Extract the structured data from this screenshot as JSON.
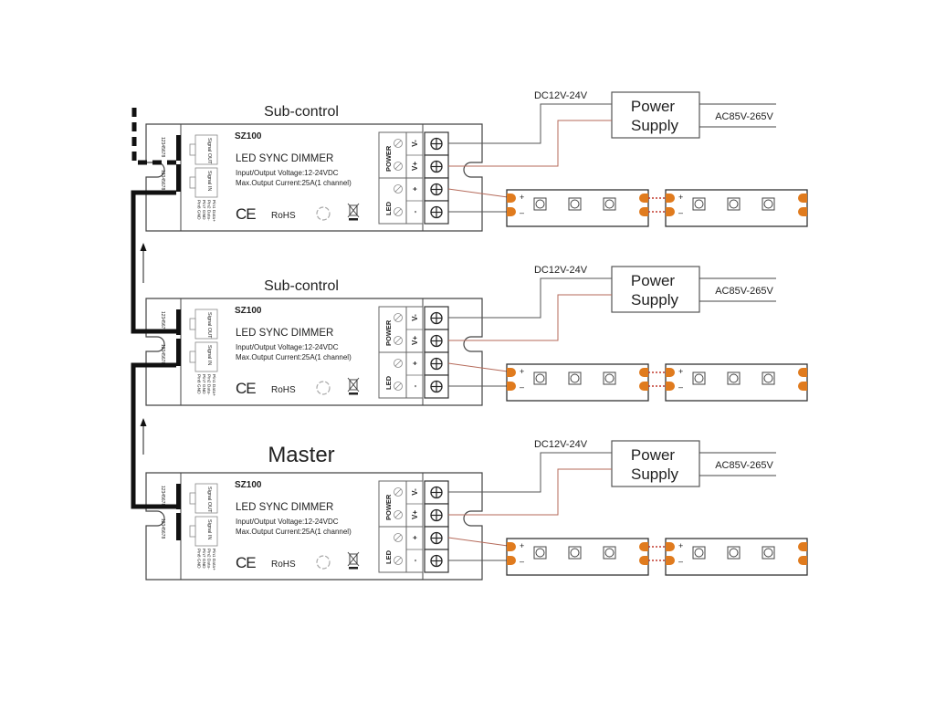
{
  "diagram": {
    "colors": {
      "line": "#444444",
      "wire_dark": "#555555",
      "wire_red": "#b56a5a",
      "pad": "#e07b1e",
      "bus": "#111111"
    },
    "controller_text": {
      "model": "SZ100",
      "product_name": "LED SYNC DIMMER",
      "spec_voltage": "Input/Output Voltage:12-24VDC",
      "spec_current": "Max.Output Current:25A(1 channel)",
      "cert_ce": "CE",
      "cert_rohs": "RoHS",
      "port_out": "Signal OUT",
      "port_in": "Signal IN",
      "pin_numbers": "12345678",
      "pin_legend": [
        "Pin1 Data+",
        "Pin2 Data-",
        "Pin7 GND",
        "Pin8 GND"
      ],
      "group_power": "POWER",
      "group_led": "LED",
      "term_labels": [
        "V-",
        "V+",
        "+",
        "-"
      ]
    },
    "units": [
      {
        "role": "Sub-control",
        "ps_label": "Power Supply",
        "dc_label": "DC12V-24V",
        "ac_label": "AC85V-265V"
      },
      {
        "role": "Sub-control",
        "ps_label": "Power Supply",
        "dc_label": "DC12V-24V",
        "ac_label": "AC85V-265V"
      },
      {
        "role": "Master",
        "ps_label": "Power Supply",
        "dc_label": "DC12V-24V",
        "ac_label": "AC85V-265V"
      }
    ],
    "strip": {
      "plus": "+",
      "minus": "–",
      "leds_per_segment": 3,
      "segments": 2
    }
  }
}
